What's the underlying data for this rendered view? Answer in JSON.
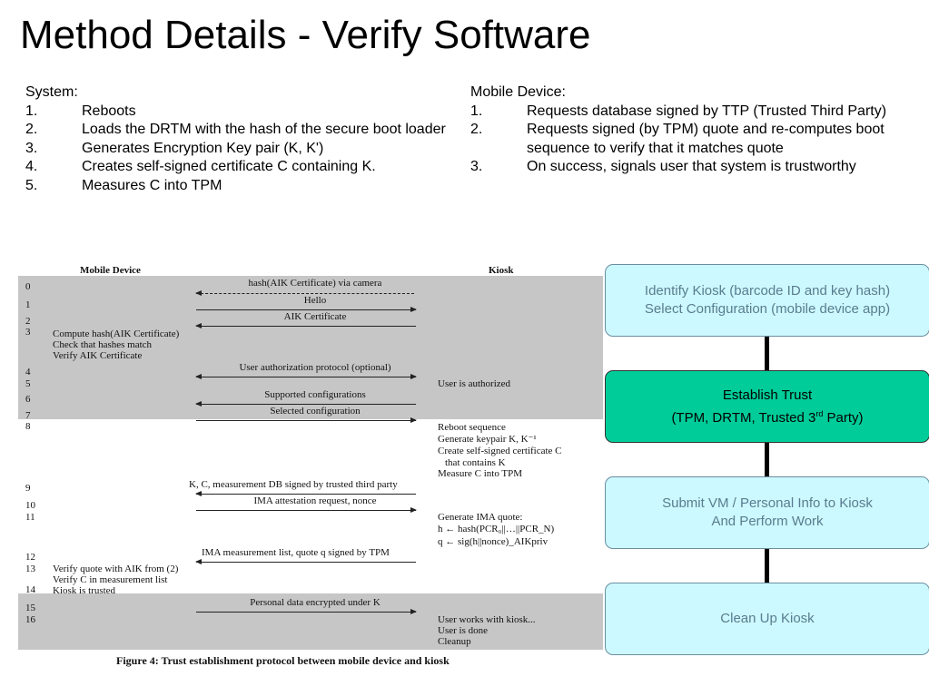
{
  "title": "Method Details - Verify Software",
  "system": {
    "heading": "System:",
    "items": [
      {
        "num": "1.",
        "text": "Reboots"
      },
      {
        "num": "2.",
        "text": "Loads the DRTM with the hash of the secure boot loader"
      },
      {
        "num": "3.",
        "text": "Generates Encryption Key pair (K, K')"
      },
      {
        "num": "4.",
        "text": "Creates self-signed certificate C containing K."
      },
      {
        "num": "5.",
        "text": "Measures C into TPM"
      }
    ]
  },
  "mobile": {
    "heading": "Mobile Device:",
    "items": [
      {
        "num": "1.",
        "text": "Requests database signed by TTP (Trusted Third Party)"
      },
      {
        "num": "2.",
        "text": "Requests signed (by TPM) quote and re-computes boot sequence to verify that it matches quote"
      },
      {
        "num": "3.",
        "text": "On success, signals user that system is trustworthy"
      }
    ]
  },
  "figure": {
    "header_left": "Mobile Device",
    "header_right": "Kiosk",
    "line_numbers": [
      "0",
      "1",
      "2",
      "3",
      "4",
      "5",
      "6",
      "7",
      "8",
      "9",
      "10",
      "11",
      "12",
      "13",
      "14",
      "15",
      "16"
    ],
    "messages": {
      "m0": "hash(AIK Certificate) via camera",
      "m1": "Hello",
      "m2": "AIK Certificate",
      "m4": "User authorization protocol (optional)",
      "m6": "Supported configurations",
      "m7": "Selected configuration",
      "m9": "K, C, measurement DB signed by trusted third party",
      "m10": "IMA attestation request, nonce",
      "m12": "IMA measurement list, quote q signed by TPM",
      "m15": "Personal data encrypted under K"
    },
    "left_notes": {
      "n3a": "Compute hash(AIK Certificate)",
      "n3b": "Check that hashes match",
      "n3c": "Verify AIK Certificate",
      "n13a": "Verify quote with AIK from (2)",
      "n13b": "Verify C in measurement list",
      "n14": "Kiosk is trusted"
    },
    "right_notes": {
      "r5": "User is authorized",
      "r8a": "Reboot sequence",
      "r8b": "Generate keypair K, K⁻¹",
      "r8c": "Create self-signed certificate C",
      "r8d": "that contains K",
      "r8e": "Measure C into TPM",
      "r11a": "Generate IMA quote:",
      "r11b": "h ← hash(PCR₀||…||PCR_N)",
      "r11c": "q ← sig(h||nonce)_AIKpriv",
      "r16a": "User works with kiosk...",
      "r16b": "User is done",
      "r16c": "Cleanup"
    },
    "caption": "Figure 4: Trust establishment protocol between mobile device and kiosk"
  },
  "flow": {
    "box1": {
      "line1": "Identify Kiosk (barcode ID and key hash)",
      "line2": "Select Configuration (mobile device app)"
    },
    "box2": {
      "line1": "Establish Trust",
      "line2_pre": "(TPM, DRTM, Trusted 3",
      "line2_sup": "rd",
      "line2_post": " Party)"
    },
    "box3": {
      "line1": "Submit VM / Personal Info to Kiosk",
      "line2": "And Perform Work"
    },
    "box4": {
      "line1": "Clean Up Kiosk"
    }
  },
  "colors": {
    "flow_box": "#ccf8ff",
    "flow_active": "#00cc99",
    "figure_band": "#c6c6c6"
  }
}
